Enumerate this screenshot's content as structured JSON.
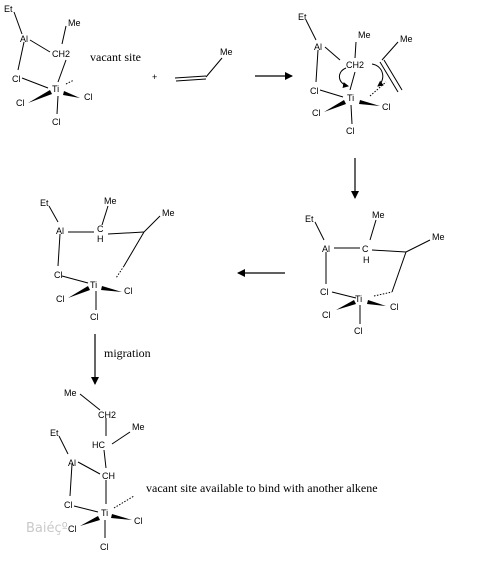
{
  "labels": {
    "et": "Et",
    "al": "Al",
    "me": "Me",
    "ch2": "CH2",
    "ch2_sub": "2",
    "c": "C",
    "h": "H",
    "hc": "HC",
    "ch": "CH",
    "cl": "Cl",
    "ti": "Ti",
    "plus": "+"
  },
  "captions": {
    "vacant_site": "vacant site",
    "migration": "migration",
    "vacant_available": "vacant site available to bind with another alkene"
  },
  "watermark": "Baiéçº"
}
